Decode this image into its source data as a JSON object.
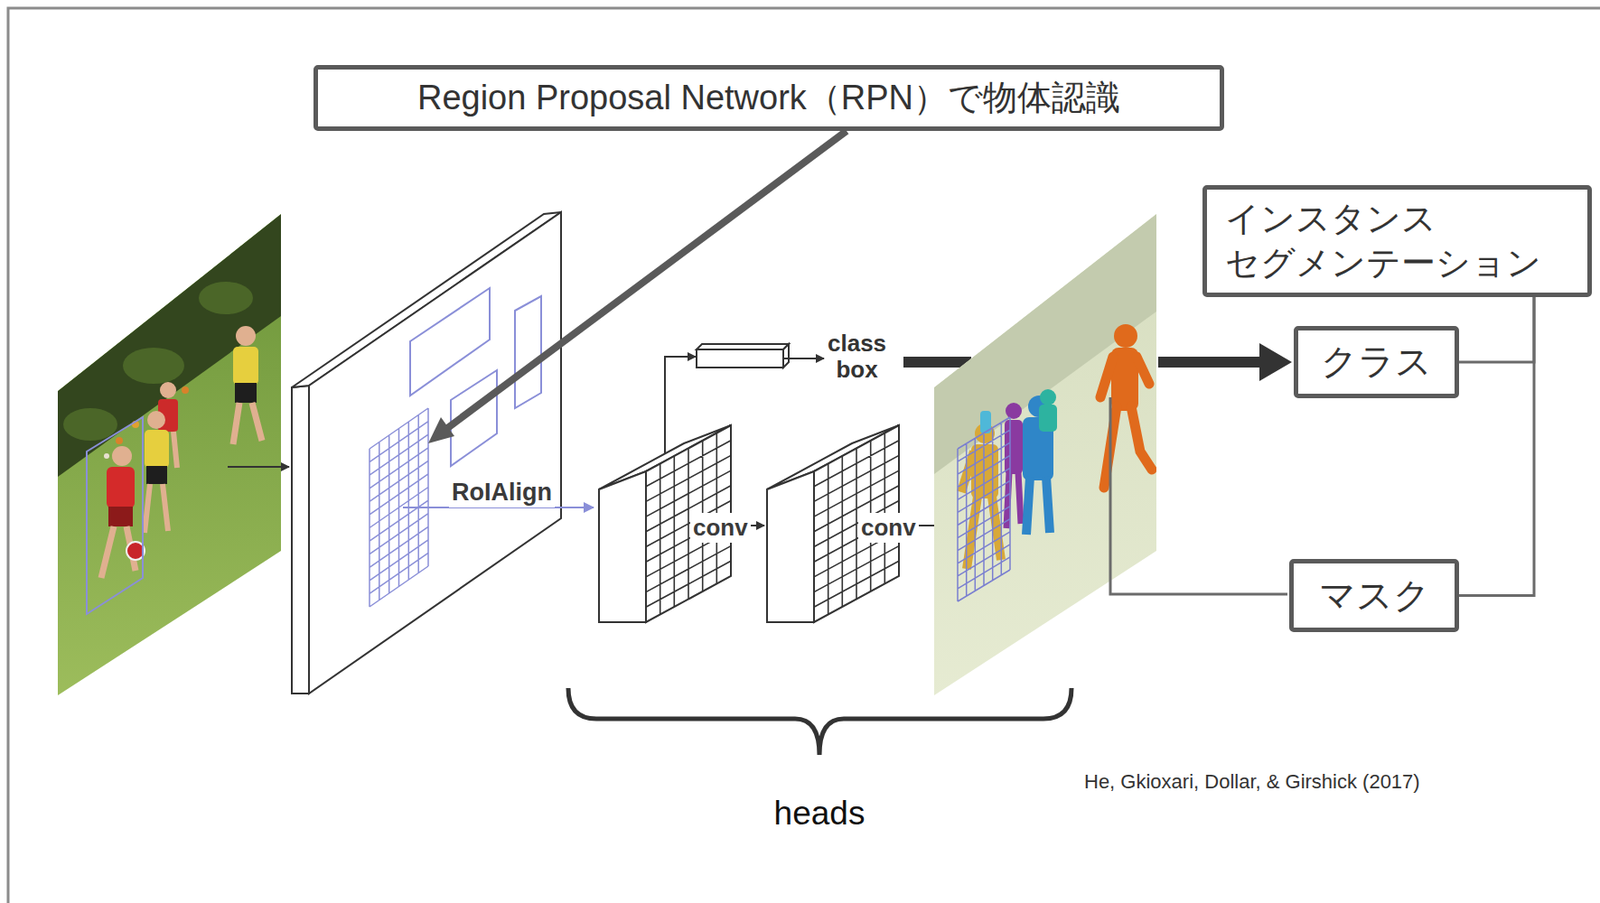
{
  "diagram": {
    "nodes": [
      {
        "text": [
          "Region Proposal Network（RPN）で物体認識"
        ]
      },
      {
        "text": [
          "インスタンス セグメンテーション"
        ]
      },
      {
        "text": [
          "クラス"
        ]
      },
      {
        "text": [
          "マスク"
        ]
      }
    ],
    "edges": [
      {
        "from": 2,
        "to": 1,
        "arrow": "none"
      },
      {
        "from": 3,
        "to": 1,
        "arrow": "none"
      }
    ],
    "labels": [
      "RoIAlign",
      "conv",
      "conv",
      "class box",
      "heads",
      "He, Gkioxari, Dollar, & Girshick (2017)"
    ]
  }
}
